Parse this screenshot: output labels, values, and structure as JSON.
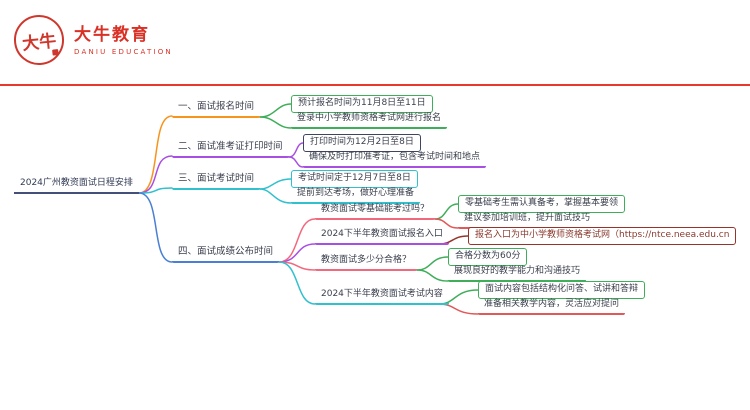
{
  "header": {
    "logo_seal_text": "大牛",
    "brand_name": "大牛教育",
    "brand_subtitle": "DANIU EDUCATION"
  },
  "mindmap": {
    "root": "2024广州教资面试日程安排",
    "branches": [
      {
        "label": "一、面试报名时间",
        "children": [
          {
            "label": "预计报名时间为11月8日至11日"
          },
          {
            "label": "登录中小学教师资格考试网进行报名"
          }
        ]
      },
      {
        "label": "二、面试准考证打印时间",
        "children": [
          {
            "label": "打印时间为12月2日至8日"
          },
          {
            "label": "确保及时打印准考证，包含考试时间和地点"
          }
        ]
      },
      {
        "label": "三、面试考试时间",
        "children": [
          {
            "label": "考试时间定于12月7日至8日"
          },
          {
            "label": "提前到达考场，做好心理准备"
          }
        ]
      },
      {
        "label": "四、面试成绩公布时间",
        "children": [
          {
            "label": "教资面试零基础能考过吗？",
            "children": [
              {
                "label": "零基础考生需认真备考，掌握基本要领"
              },
              {
                "label": "建议参加培训班，提升面试技巧"
              }
            ]
          },
          {
            "label": "2024下半年教资面试报名入口",
            "children": [
              {
                "label": "报名入口为中小学教师资格考试网（https://ntce.neea.edu.cn"
              }
            ]
          },
          {
            "label": "教资面试多少分合格？",
            "children": [
              {
                "label": "合格分数为60分"
              },
              {
                "label": "展现良好的教学能力和沟通技巧"
              }
            ]
          },
          {
            "label": "2024下半年教资面试考试内容",
            "children": [
              {
                "label": "面试内容包括结构化问答、试讲和答辩"
              },
              {
                "label": "准备相关教学内容，灵活应对提问"
              }
            ]
          }
        ]
      }
    ]
  },
  "palette": {
    "brand_red": "#d93126",
    "root_line": "#44507a",
    "orange": "#f7941d",
    "purple": "#a84fe3",
    "cyan": "#30c0ce",
    "blue": "#4a7fd4",
    "pink": "#f2697e",
    "green": "#3fae5a",
    "red": "#e25757",
    "dark": "#3f4460",
    "darkred": "#96342a"
  }
}
